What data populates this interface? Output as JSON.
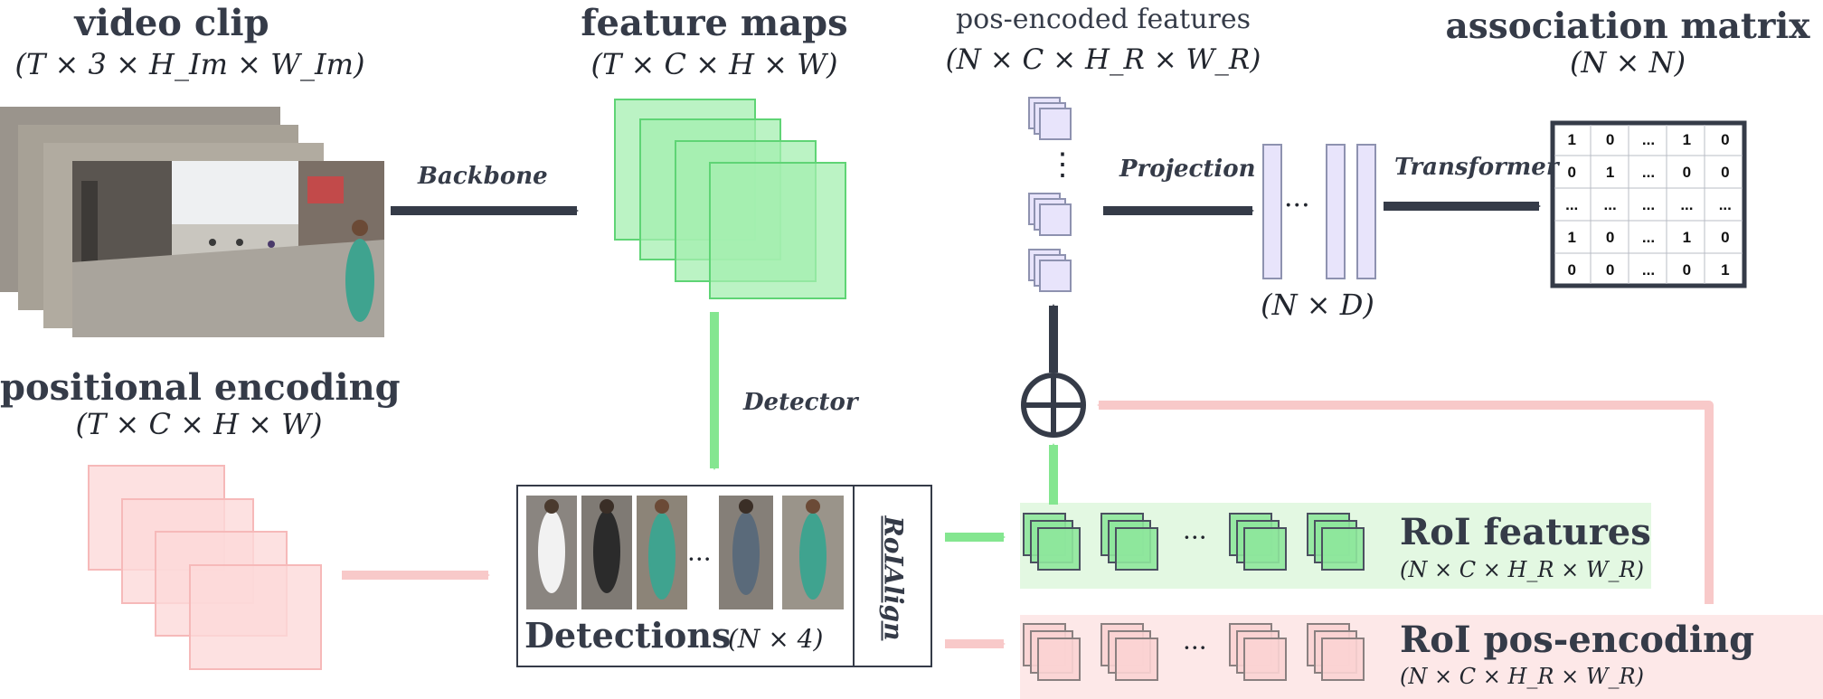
{
  "video_clip": {
    "title": "video clip",
    "dims": "(T × 3 × H_Im × W_Im)"
  },
  "feature_maps": {
    "title": "feature maps",
    "dims": "(T × C × H × W)"
  },
  "pos_features": {
    "title": "pos-encoded features",
    "dims": "(N × C × H_R × W_R)",
    "dots": "⋮"
  },
  "association": {
    "title": "association matrix",
    "dims": "(N × N)",
    "rows": [
      [
        "1",
        "0",
        "...",
        "1",
        "0"
      ],
      [
        "0",
        "1",
        "...",
        "0",
        "0"
      ],
      [
        "...",
        "...",
        "...",
        "...",
        "..."
      ],
      [
        "1",
        "0",
        "...",
        "1",
        "0"
      ],
      [
        "0",
        "0",
        "...",
        "0",
        "1"
      ]
    ]
  },
  "positional_encoding": {
    "title": "positional encoding",
    "dims": "(T × C × H × W)"
  },
  "arrows": {
    "backbone": "Backbone",
    "detector": "Detector",
    "projection": "Projection",
    "transformer": "Transformer"
  },
  "embeddings": {
    "dims": "(N × D)",
    "dots": "···"
  },
  "detections": {
    "label": "Detections",
    "dims": "(N × 4)",
    "dots": "···",
    "roialign": "RoIAlign"
  },
  "roi_features": {
    "label": "RoI features",
    "dims": "(N × C × H_R × W_R)",
    "dots": "···"
  },
  "roi_posenc": {
    "label": "RoI pos-encoding",
    "dims": "(N × C × H_R × W_R)",
    "dots": "···"
  },
  "colors": {
    "dark": "#353b48",
    "green_fill": "#a4efb0",
    "green_stroke": "#5fd475",
    "green_band": "#e3f8e2",
    "green_arrow": "#84e690",
    "pink_fill": "#fcdada",
    "pink_stroke": "#f6b9b9",
    "pink_band": "#fde8e8",
    "pink_arrow": "#f8c9c9",
    "lavender": "#e8e4fb"
  }
}
